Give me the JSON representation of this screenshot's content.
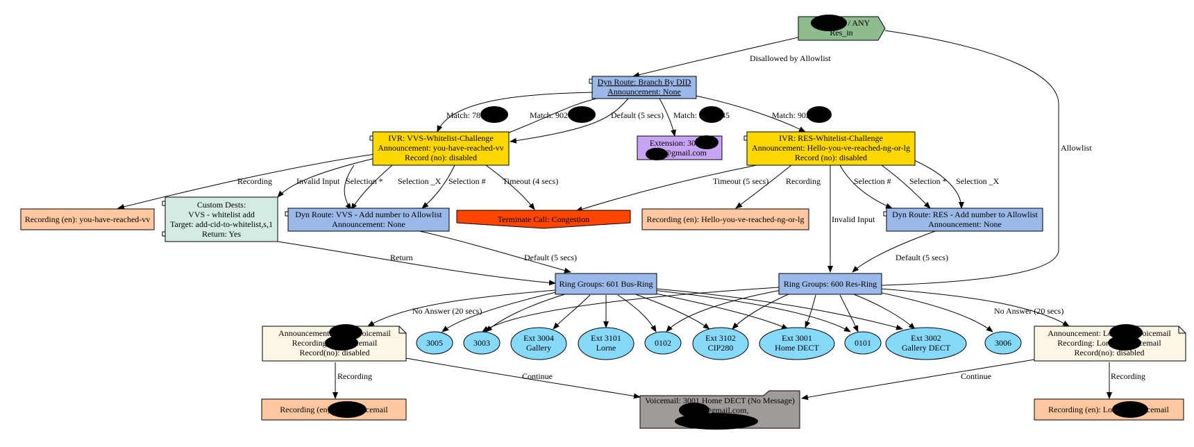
{
  "colors": {
    "inbound": "#8fbc8f",
    "dynroute": "#9ab8e8",
    "ivr": "#ffd700",
    "extension": "#c8a4f4",
    "recording": "#ffc8a0",
    "custom": "#d4ebe4",
    "terminate": "#ff4500",
    "ringgroup": "#9ab8e8",
    "member": "#87d9fa",
    "announcement": "#fdf5e6",
    "voicemail": "#a09a98",
    "redaction": "#000000"
  },
  "nodes": {
    "inbound": {
      "lines": [
        "(902       58 / ANY",
        "Res_in"
      ]
    },
    "dyn_did": {
      "lines": [
        "Dyn Route: Branch By DID",
        "Announcement: None"
      ]
    },
    "ivr_vvs": {
      "lines": [
        "IVR: VVS-Whitelist-Challenge",
        "Announcement: you-have-reached-vv",
        "Record (no): disabled"
      ]
    },
    "ext_300": {
      "lines": [
        "Extension: 300",
        "r     @gmail.com"
      ]
    },
    "ivr_res": {
      "lines": [
        "IVR: RES-Whitelist-Challenge",
        "Announcement: Hello-you-ve-reached-ng-or-lg",
        "Record (no): disabled"
      ]
    },
    "rec_vv": {
      "lines": [
        "Recording (en): you-have-reached-vv"
      ]
    },
    "custom": {
      "lines": [
        "Custom Dests:",
        "VVS - whitelist add",
        "Target: add-cid-to-whitelist,s,1",
        "Return: Yes"
      ]
    },
    "dyn_vvs_add": {
      "lines": [
        "Dyn Route: VVS - Add number to Allowlist",
        "Announcement: None"
      ]
    },
    "terminate": {
      "lines": [
        "Terminate Call: Congestion"
      ]
    },
    "rec_hello": {
      "lines": [
        "Recording (en): Hello-you-ve-reached-ng-or-lg"
      ]
    },
    "dyn_res_add": {
      "lines": [
        "Dyn Route: RES - Add number to Allowlist",
        "Announcement: None"
      ]
    },
    "rg_601": {
      "lines": [
        "Ring Groups: 601 Bus-Ring"
      ]
    },
    "rg_600": {
      "lines": [
        "Ring Groups: 600 Res-Ring"
      ]
    },
    "ann_left": {
      "lines": [
        "Announcement: V         e voicemail",
        "Recording:          Voicemail",
        "Record(no): disabled"
      ]
    },
    "ann_right": {
      "lines": [
        "Announcement: Lorne          Voicemail",
        "Recording: Lorne        Voicemail",
        "Record(no): disabled"
      ]
    },
    "m_3005": {
      "lines": [
        "3005"
      ]
    },
    "m_3003": {
      "lines": [
        "3003"
      ]
    },
    "m_3004": {
      "lines": [
        "Ext 3004",
        "Gallery"
      ]
    },
    "m_3101": {
      "lines": [
        "Ext 3101",
        "Lorne"
      ]
    },
    "m_0102": {
      "lines": [
        "0102"
      ]
    },
    "m_3102": {
      "lines": [
        "Ext 3102",
        "CIP280"
      ]
    },
    "m_3001": {
      "lines": [
        "Ext 3001",
        "Home DECT"
      ]
    },
    "m_0101": {
      "lines": [
        "0101"
      ]
    },
    "m_3002": {
      "lines": [
        "Ext 3002",
        "Gallery DECT"
      ]
    },
    "m_3006": {
      "lines": [
        "3006"
      ]
    },
    "rec_left": {
      "lines": [
        "Recording (en): V          Voicemail"
      ]
    },
    "voicemail": {
      "lines": [
        "Voicemail: 3001 Home DECT (No Message)",
        "         @gmail.com,"
      ]
    },
    "rec_right": {
      "lines": [
        "Recording (en): Lorne         Voicemail"
      ]
    }
  },
  "edges": {
    "disallowed": "Disallowed by Allowlist",
    "allowlist": "Allowlist",
    "match_78": "Match: 78       97",
    "match_902_a": "Match: 902       4",
    "default_5": "Default (5 secs)",
    "match_902_b": "Match: 90       545",
    "match_902_c": "Match: 902       68",
    "recording": "Recording",
    "invalid_input": "Invalid Input",
    "selection_star": "Selection *",
    "selection_x": "Selection _X",
    "selection_hash": "Selection #",
    "timeout_4": "Timeout (4 secs)",
    "timeout_5": "Timeout (5 secs)",
    "return": "Return",
    "default_5b": "Default (5 secs)",
    "default_5c": "Default (5 secs)",
    "no_answer": "No Answer (20 secs)",
    "continue": "Continue"
  }
}
